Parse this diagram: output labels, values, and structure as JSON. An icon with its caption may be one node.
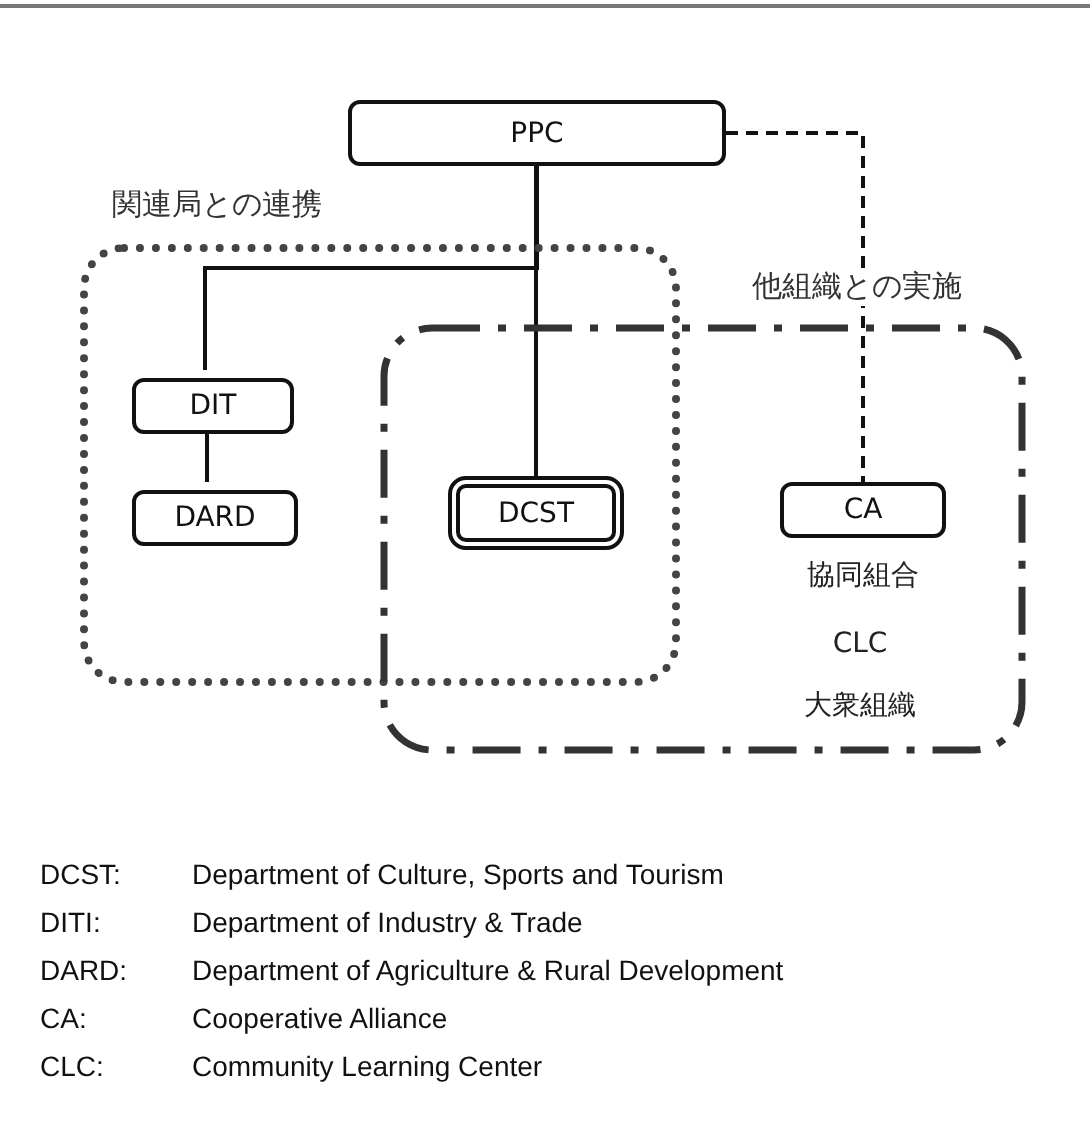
{
  "diagram": {
    "nodes": [
      {
        "text": [
          "PPC"
        ]
      },
      {
        "text": [
          "関連局との連携"
        ]
      },
      {
        "text": [
          "他組織との実施"
        ]
      },
      {
        "text": [
          "DIT"
        ],
        "in": 1
      },
      {
        "text": [
          "DARD"
        ],
        "in": 1
      },
      {
        "text": [
          "DCST"
        ]
      },
      {
        "text": [
          "CA"
        ],
        "in": 2,
        "beside": [
          "協同組合"
        ]
      }
    ],
    "edges": [
      {
        "from": 0,
        "to": 3,
        "arrow": "none"
      },
      {
        "from": 0,
        "to": 5,
        "arrow": "none"
      },
      {
        "from": 3,
        "to": 4,
        "arrow": "none"
      },
      {
        "from": 0,
        "to": 6,
        "arrow": "none",
        "style": "dashed"
      }
    ],
    "labels": [
      "CLC",
      "大衆組織",
      "DCST:",
      "Department of Culture, Sports and Tourism",
      "DITI:",
      "Department of Industry & Trade",
      "DARD:",
      "Department of Agriculture & Rural Development",
      "CA:",
      "Cooperative Alliance",
      "CLC:",
      "Community Learning Center"
    ]
  }
}
